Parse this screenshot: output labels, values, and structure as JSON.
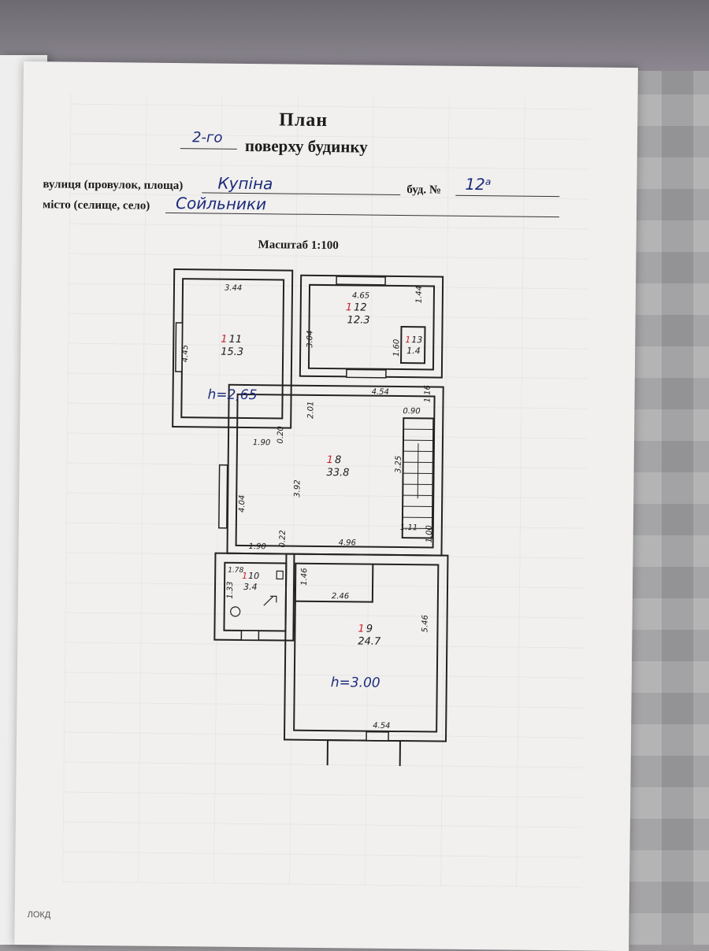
{
  "document": {
    "title": "План",
    "floor_value": "2-го",
    "floor_suffix": "поверху будинку",
    "street_label": "вулиця (провулок, площа)",
    "street_value": "Купіна",
    "building_label": "буд. №",
    "building_value": "12ᵃ",
    "city_label": "місто (селище, село)",
    "city_value": "Сойльники",
    "scale_label": "Масштаб 1:100",
    "footer": "ЛОКД"
  },
  "plan": {
    "rooms": [
      {
        "id": "1-11",
        "number": "1",
        "sub": "11",
        "area": "15.3"
      },
      {
        "id": "1-12",
        "number": "1",
        "sub": "12",
        "area": "12.3"
      },
      {
        "id": "1-13",
        "number": "1",
        "sub": "13",
        "area": "1.4"
      },
      {
        "id": "1-8",
        "number": "1",
        "sub": "8",
        "area": "33.8"
      },
      {
        "id": "1-10",
        "number": "1",
        "sub": "10",
        "area": "3.4"
      },
      {
        "id": "1-9",
        "number": "1",
        "sub": "9",
        "area": "24.7"
      }
    ],
    "heights": [
      "h=2,65",
      "h=3.00"
    ],
    "dimensions": [
      "3.44",
      "4.65",
      "1.44",
      "4.45",
      "3.04",
      "1.60",
      "4.54",
      "1.16",
      "0.90",
      "2.01",
      "1.90",
      "0.20",
      "3.25",
      "4.04",
      "3.92",
      "1.11",
      "1.00",
      "1.90",
      "0.22",
      "4.96",
      "1.78",
      "1.46",
      "1.33",
      "2.46",
      "5.46",
      "4.54"
    ]
  },
  "colors": {
    "ink": "#1b1b1b",
    "pen_blue": "#1d2b7a",
    "pen_red": "#c8202a",
    "paper": "#f1f0ef"
  }
}
